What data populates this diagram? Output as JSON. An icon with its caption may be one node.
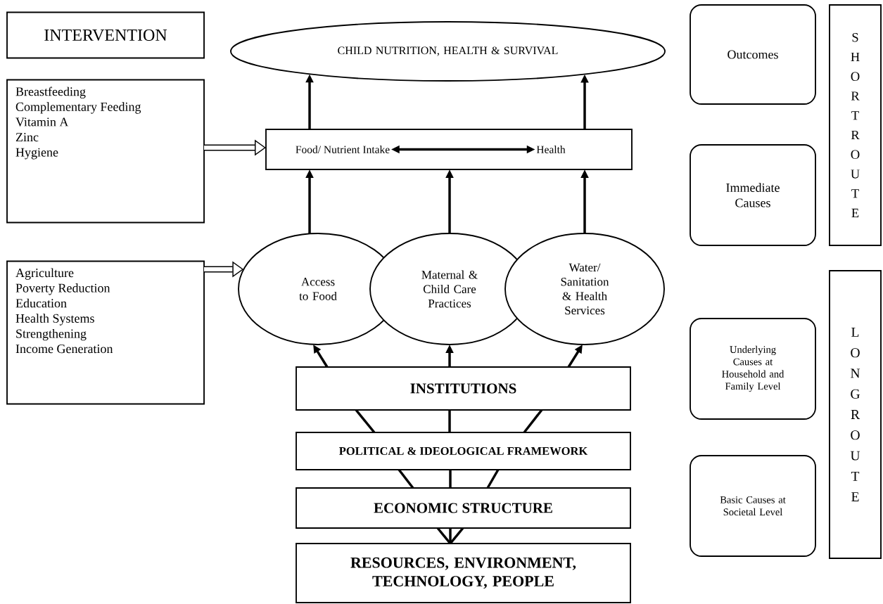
{
  "diagram": {
    "nodes": [
      {
        "text": [
          "INTERVENTION"
        ]
      },
      {
        "text": [
          "Breastfeeding",
          "Complementary Feeding",
          "Vitamin A",
          "Zinc",
          "Hygiene"
        ]
      },
      {
        "text": [
          "CHILD NUTRITION, HEALTH & SURVIVAL"
        ]
      },
      {
        "text": [],
        "shape": "box"
      },
      {
        "text": [
          "Food/ Nutrient Intake"
        ],
        "in": 3
      },
      {
        "text": [
          "Health"
        ],
        "in": 3
      },
      {
        "text": [
          "Access to Food"
        ]
      },
      {
        "text": [
          "Maternal & Child Care Practices"
        ]
      },
      {
        "text": [
          "Water/ Sanitation & Health Services"
        ]
      },
      {
        "text": [
          "Agriculture",
          "Poverty Reduction",
          "Education",
          "Health Systems",
          "Strengthening",
          "Income Generation"
        ]
      },
      {
        "text": [
          "INSTITUTIONS"
        ]
      },
      {
        "text": [
          "POLITICAL & IDEOLOGICAL FRAMEWORK"
        ]
      },
      {
        "text": [
          "ECONOMIC STRUCTURE"
        ]
      },
      {
        "text": [
          "RESOURCES, ENVIRONMENT, TECHNOLOGY, PEOPLE"
        ]
      },
      {
        "text": [
          "Outcomes"
        ]
      },
      {
        "text": [
          "Immediate Causes"
        ]
      },
      {
        "text": [
          "Underlying Causes at Household and Family Level"
        ]
      },
      {
        "text": [
          "Basic Causes at Societal Level"
        ]
      },
      {
        "text": [
          "SHORT ROUTE"
        ]
      },
      {
        "text": [
          "LONG ROUTE"
        ]
      }
    ],
    "edges": [
      {
        "from": 3,
        "to": 2,
        "arrow": "to"
      },
      {
        "from": 3,
        "to": 2,
        "arrow": "to"
      },
      {
        "from": 4,
        "to": 5,
        "arrow": "both"
      },
      {
        "from": 1,
        "to": 3,
        "arrow": "to",
        "style": "thick"
      },
      {
        "from": 6,
        "to": 3,
        "arrow": "to"
      },
      {
        "from": 7,
        "to": 3,
        "arrow": "to"
      },
      {
        "from": 8,
        "to": 3,
        "arrow": "to"
      },
      {
        "from": 9,
        "to": 6,
        "arrow": "to",
        "style": "thick"
      },
      {
        "from": 10,
        "to": 6,
        "arrow": "to"
      },
      {
        "from": 10,
        "to": 7,
        "arrow": "to"
      },
      {
        "from": 10,
        "to": 8,
        "arrow": "to"
      },
      {
        "from": 11,
        "to": 10,
        "arrow": "none"
      },
      {
        "from": 11,
        "to": 10,
        "arrow": "none"
      },
      {
        "from": 11,
        "to": 10,
        "arrow": "none"
      },
      {
        "from": 12,
        "to": 11,
        "arrow": "none"
      },
      {
        "from": 12,
        "to": 11,
        "arrow": "none"
      },
      {
        "from": 12,
        "to": 11,
        "arrow": "none"
      },
      {
        "from": 13,
        "to": 12,
        "arrow": "none"
      },
      {
        "from": 13,
        "to": 12,
        "arrow": "none"
      },
      {
        "from": 13,
        "to": 12,
        "arrow": "none"
      }
    ]
  }
}
